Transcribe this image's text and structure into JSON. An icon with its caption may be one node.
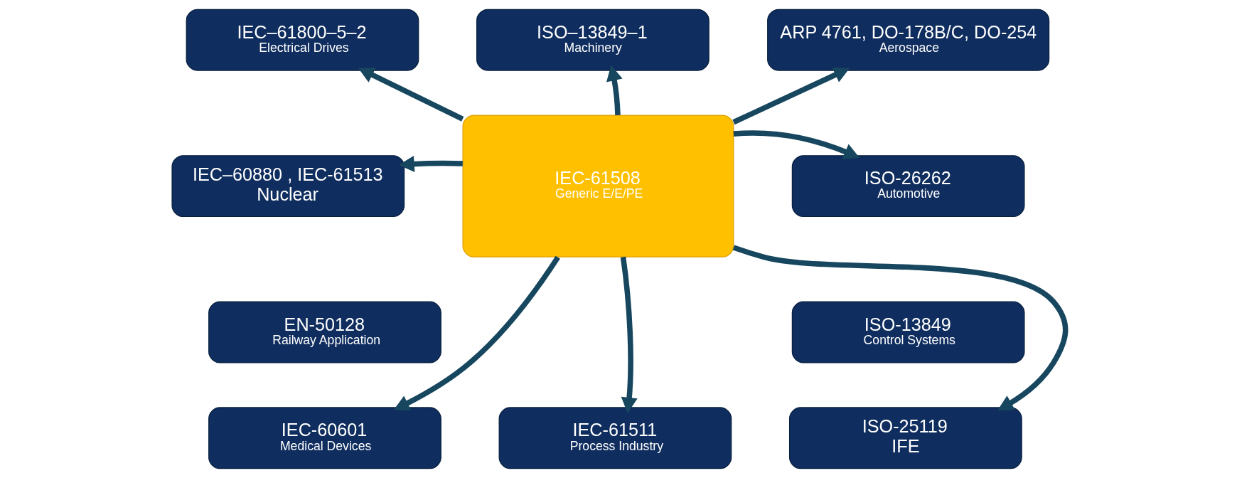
{
  "diagram": {
    "nodes": [
      {
        "text": [
          "IEC–61800–5–2",
          "Electrical Drives"
        ]
      },
      {
        "text": [
          "ISO–13849–1",
          "Machinery"
        ]
      },
      {
        "text": [
          "ARP 4761, DO-178B/C, DO-254",
          "Aerospace"
        ]
      },
      {
        "text": [
          "IEC–60880 , IEC-61513",
          "Nuclear"
        ]
      },
      {
        "text": [
          "IEC-61508",
          "Generic E/E/PE"
        ]
      },
      {
        "text": [
          "ISO-26262",
          "Automotive"
        ]
      },
      {
        "text": [
          "EN-50128",
          "Railway Application"
        ]
      },
      {
        "text": [
          "ISO-13849",
          "Control Systems"
        ]
      },
      {
        "text": [
          "IEC-60601",
          "Medical Devices"
        ]
      },
      {
        "text": [
          "IEC-61511",
          "Process Industry"
        ]
      },
      {
        "text": [
          "ISO-25119",
          "IFE"
        ]
      }
    ],
    "edges": [
      {
        "from": 4,
        "to": 0,
        "arrow": "to"
      },
      {
        "from": 4,
        "to": 1,
        "arrow": "to"
      },
      {
        "from": 4,
        "to": 2,
        "arrow": "to"
      },
      {
        "from": 4,
        "to": 3,
        "arrow": "to"
      },
      {
        "from": 4,
        "to": 5,
        "arrow": "to"
      },
      {
        "from": 4,
        "to": 8,
        "arrow": "to"
      },
      {
        "from": 4,
        "to": 9,
        "arrow": "to"
      },
      {
        "from": 4,
        "to": 10,
        "arrow": "to"
      }
    ]
  }
}
